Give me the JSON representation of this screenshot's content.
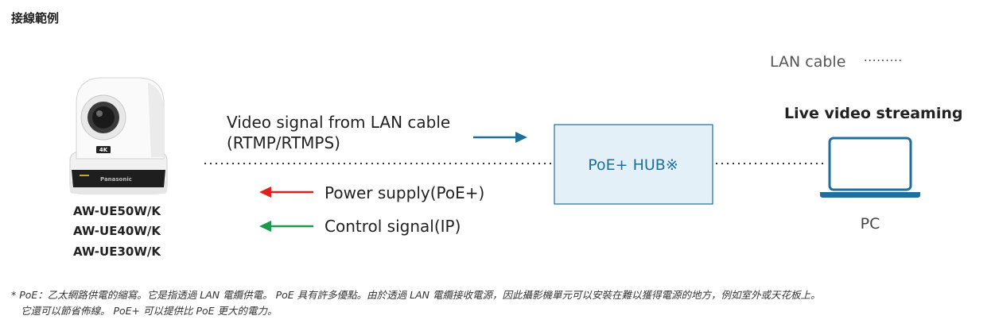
{
  "title": "接線範例",
  "legend": {
    "lan_cable": "LAN cable",
    "dots": "·········"
  },
  "labels": {
    "video_signal_line1": "Video signal from LAN cable",
    "video_signal_line2": "(RTMP/RTMPS)",
    "power_supply": "Power supply(PoE+)",
    "control_signal": "Control signal(IP)",
    "hub": "PoE+ HUB※",
    "live_streaming": "Live video streaming",
    "pc": "PC"
  },
  "camera": {
    "models": [
      "AW-UE50W/K",
      "AW-UE40W/K",
      "AW-UE30W/K"
    ],
    "brand": "Panasonic",
    "badge": "4K"
  },
  "footnote": {
    "line1": "* PoE：乙太網路供電的縮寫。它是指透過 LAN 電纜供電。 PoE 具有許多優點。由於透過 LAN 電纜接收電源，因此攝影機單元可以安裝在難以獲得電源的地方，例如室外或天花板上。",
    "line2": "它還可以節省佈線。 PoE+ 可以提供比 PoE 更大的電力。"
  },
  "colors": {
    "video_arrow": "#1e6f9c",
    "power_arrow": "#e0201e",
    "control_arrow": "#1a9a4a",
    "hub_fill": "#e3f0f8",
    "hub_stroke": "#1e6f9c",
    "pc_stroke": "#1e6f9c"
  },
  "icons": {
    "camera": "ptz-camera-icon",
    "laptop": "laptop-icon"
  }
}
